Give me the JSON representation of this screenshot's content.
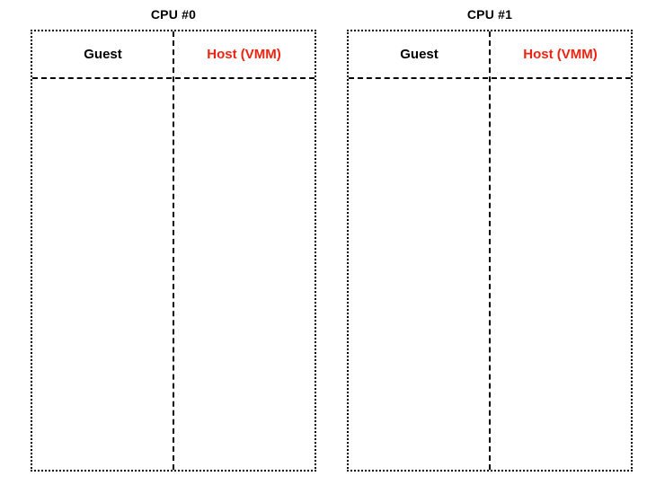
{
  "diagram": {
    "title": "",
    "background_color": "#ffffff",
    "border_color": "#000000",
    "accent_color": "#ee2211",
    "columns": [
      {
        "id": "cpu-0",
        "title": "CPU #0",
        "lanes": [
          {
            "id": "guest",
            "label": "Guest",
            "color": "#000000",
            "events": []
          },
          {
            "id": "host",
            "label": "Host (VMM)",
            "color": "#ee2211",
            "events": []
          }
        ]
      },
      {
        "id": "cpu-1",
        "title": "CPU #1",
        "lanes": [
          {
            "id": "guest",
            "label": "Guest",
            "color": "#000000",
            "events": []
          },
          {
            "id": "host",
            "label": "Host (VMM)",
            "color": "#ee2211",
            "events": []
          }
        ]
      }
    ]
  }
}
